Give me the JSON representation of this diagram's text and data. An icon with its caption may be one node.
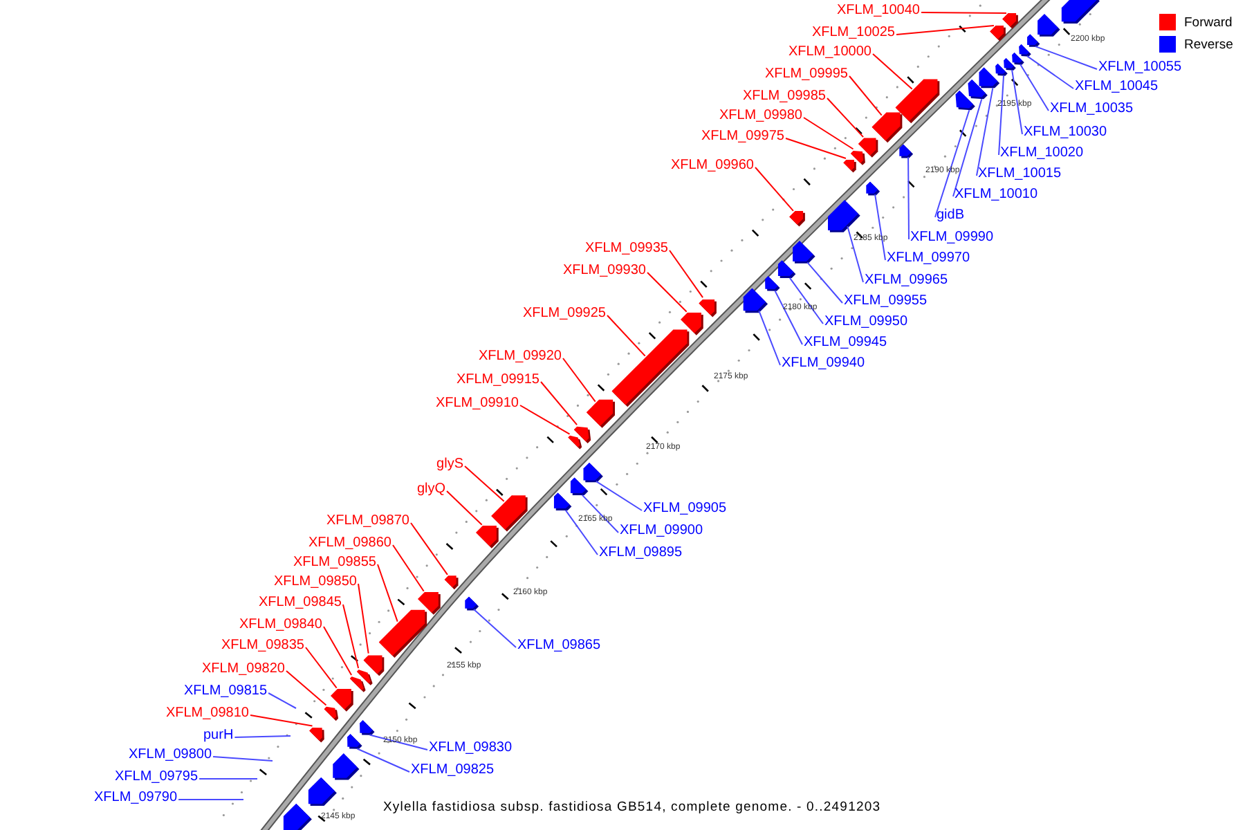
{
  "diagram": {
    "caption": "Xylella fastidiosa subsp. fastidiosa GB514, complete genome. - 0..2491203",
    "nodes": [
      {
        "text": [
          "XFLM_10040"
        ]
      },
      {
        "text": [
          "XFLM_10025"
        ]
      },
      {
        "text": [
          "XFLM_10000"
        ]
      },
      {
        "text": [
          "XFLM_09995"
        ]
      },
      {
        "text": [
          "XFLM_09985"
        ]
      },
      {
        "text": [
          "XFLM_09980"
        ]
      },
      {
        "text": [
          "XFLM_09975"
        ]
      },
      {
        "text": [
          "XFLM_09960"
        ]
      },
      {
        "text": [
          "XFLM_10055"
        ]
      },
      {
        "text": [
          "XFLM_10045"
        ]
      },
      {
        "text": [
          "XFLM_10035"
        ]
      },
      {
        "text": [
          "XFLM_10030"
        ]
      },
      {
        "text": [
          "XFLM_10020"
        ]
      },
      {
        "text": [
          "XFLM_10015"
        ]
      },
      {
        "text": [
          "XFLM_10010"
        ]
      },
      {
        "text": [
          "gidB"
        ]
      },
      {
        "text": [
          "XFLM_09990"
        ]
      },
      {
        "text": [
          "XFLM_09970"
        ]
      },
      {
        "text": [
          "XFLM_09935"
        ]
      },
      {
        "text": [
          "XFLM_09930"
        ]
      },
      {
        "text": [
          "XFLM_09965"
        ]
      },
      {
        "text": [
          "XFLM_09955"
        ]
      },
      {
        "text": [
          "XFLM_09925"
        ]
      },
      {
        "text": [
          "XFLM_09950"
        ]
      },
      {
        "text": [
          "XFLM_09945"
        ]
      },
      {
        "text": [
          "XFLM_09940"
        ]
      },
      {
        "text": [
          "XFLM_09920"
        ]
      },
      {
        "text": [
          "XFLM_09915"
        ]
      },
      {
        "text": [
          "XFLM_09910"
        ]
      },
      {
        "text": [
          "glyS"
        ]
      },
      {
        "text": [
          "glyQ"
        ]
      },
      {
        "text": [
          "XFLM_09905"
        ]
      },
      {
        "text": [
          "XFLM_09870"
        ]
      },
      {
        "text": [
          "XFLM_09900"
        ]
      },
      {
        "text": [
          "XFLM_09860"
        ]
      },
      {
        "text": [
          "XFLM_09895"
        ]
      },
      {
        "text": [
          "XFLM_09855"
        ]
      },
      {
        "text": [
          "XFLM_09850"
        ]
      },
      {
        "text": [
          "XFLM_09845"
        ]
      },
      {
        "text": [
          "XFLM_09840"
        ]
      },
      {
        "text": [
          "XFLM_09865"
        ]
      },
      {
        "text": [
          "XFLM_09835"
        ]
      },
      {
        "text": [
          "XFLM_09820"
        ]
      },
      {
        "text": [
          "XFLM_09815"
        ]
      },
      {
        "text": [
          "XFLM_09810"
        ]
      },
      {
        "text": [
          "purH"
        ]
      },
      {
        "text": [
          "XFLM_09830"
        ]
      },
      {
        "text": [
          "XFLM_09800"
        ]
      },
      {
        "text": [
          "XFLM_09825"
        ]
      },
      {
        "text": [
          "XFLM_09795"
        ]
      },
      {
        "text": [
          "XFLM_09790"
        ]
      },
      {
        "text": [],
        "shape": "block"
      },
      {
        "text": [],
        "shape": "block"
      },
      {
        "text": [],
        "shape": "block"
      },
      {
        "text": [],
        "shape": "block"
      },
      {
        "text": [],
        "shape": "block"
      },
      {
        "text": [],
        "shape": "block"
      },
      {
        "text": [],
        "shape": "block"
      },
      {
        "text": [],
        "shape": "block"
      },
      {
        "text": [],
        "shape": "block"
      },
      {
        "text": [],
        "shape": "block"
      },
      {
        "text": [],
        "shape": "block"
      },
      {
        "text": [],
        "shape": "block"
      },
      {
        "text": [],
        "shape": "block"
      },
      {
        "text": [],
        "shape": "block"
      },
      {
        "text": [],
        "shape": "block"
      },
      {
        "text": [],
        "shape": "block"
      },
      {
        "text": [],
        "shape": "block"
      },
      {
        "text": [],
        "shape": "block"
      },
      {
        "text": [],
        "shape": "block"
      },
      {
        "text": [],
        "shape": "block"
      },
      {
        "text": [],
        "shape": "block"
      },
      {
        "text": [],
        "shape": "block"
      },
      {
        "text": [],
        "shape": "block"
      },
      {
        "text": [],
        "shape": "block"
      },
      {
        "text": [],
        "shape": "block"
      },
      {
        "text": [],
        "shape": "block"
      },
      {
        "text": [],
        "shape": "block"
      },
      {
        "text": [],
        "shape": "block"
      },
      {
        "text": [],
        "shape": "block"
      },
      {
        "text": [],
        "shape": "block"
      },
      {
        "text": [],
        "shape": "block"
      },
      {
        "text": [],
        "shape": "block"
      },
      {
        "text": [],
        "shape": "block"
      },
      {
        "text": [],
        "shape": "block"
      },
      {
        "text": [],
        "shape": "block"
      },
      {
        "text": [],
        "shape": "block"
      },
      {
        "text": [],
        "shape": "block"
      },
      {
        "text": [],
        "shape": "block"
      },
      {
        "text": [],
        "shape": "block"
      },
      {
        "text": [],
        "shape": "block"
      },
      {
        "text": [],
        "shape": "block"
      },
      {
        "text": [],
        "shape": "block"
      },
      {
        "text": [],
        "shape": "block"
      },
      {
        "text": [],
        "shape": "block"
      },
      {
        "text": [],
        "shape": "block"
      },
      {
        "text": [],
        "shape": "block"
      },
      {
        "text": [],
        "shape": "block"
      },
      {
        "text": [],
        "shape": "block"
      },
      {
        "text": [],
        "shape": "block"
      },
      {
        "text": [],
        "shape": "block"
      },
      {
        "text": [],
        "shape": "block"
      }
    ],
    "edges": [
      {
        "from": 0,
        "to": 51,
        "arrow": "none",
        "color": "#ff0000"
      },
      {
        "from": 1,
        "to": 52,
        "arrow": "none",
        "color": "#ff0000"
      },
      {
        "from": 2,
        "to": 53,
        "arrow": "none",
        "color": "#ff0000"
      },
      {
        "from": 3,
        "to": 54,
        "arrow": "none",
        "color": "#ff0000"
      },
      {
        "from": 4,
        "to": 55,
        "arrow": "none",
        "color": "#ff0000"
      },
      {
        "from": 5,
        "to": 56,
        "arrow": "none",
        "color": "#ff0000"
      },
      {
        "from": 6,
        "to": 57,
        "arrow": "none",
        "color": "#ff0000"
      },
      {
        "from": 7,
        "to": 58,
        "arrow": "none",
        "color": "#ff0000"
      },
      {
        "from": 8,
        "to": 59,
        "arrow": "none"
      },
      {
        "from": 9,
        "to": 60,
        "arrow": "none"
      },
      {
        "from": 10,
        "to": 61,
        "arrow": "none"
      },
      {
        "from": 11,
        "to": 62,
        "arrow": "none"
      },
      {
        "from": 12,
        "to": 63,
        "arrow": "none"
      },
      {
        "from": 13,
        "to": 64,
        "arrow": "none"
      },
      {
        "from": 14,
        "to": 65,
        "arrow": "none"
      },
      {
        "from": 15,
        "to": 66,
        "arrow": "none"
      },
      {
        "from": 16,
        "to": 67,
        "arrow": "none"
      },
      {
        "from": 17,
        "to": 68,
        "arrow": "none"
      },
      {
        "from": 18,
        "to": 69,
        "arrow": "none",
        "color": "#ff0000"
      },
      {
        "from": 19,
        "to": 70,
        "arrow": "none",
        "color": "#ff0000"
      },
      {
        "from": 20,
        "to": 71,
        "arrow": "none"
      },
      {
        "from": 21,
        "to": 72,
        "arrow": "none"
      },
      {
        "from": 22,
        "to": 73,
        "arrow": "none",
        "color": "#ff0000"
      },
      {
        "from": 23,
        "to": 74,
        "arrow": "none"
      },
      {
        "from": 24,
        "to": 75,
        "arrow": "none"
      },
      {
        "from": 25,
        "to": 76,
        "arrow": "none"
      },
      {
        "from": 26,
        "to": 77,
        "arrow": "none",
        "color": "#ff0000"
      },
      {
        "from": 27,
        "to": 78,
        "arrow": "none",
        "color": "#ff0000"
      },
      {
        "from": 28,
        "to": 79,
        "arrow": "none",
        "color": "#ff0000"
      },
      {
        "from": 29,
        "to": 80,
        "arrow": "none",
        "color": "#ff0000"
      },
      {
        "from": 30,
        "to": 81,
        "arrow": "none",
        "color": "#ff0000"
      },
      {
        "from": 31,
        "to": 82,
        "arrow": "none"
      },
      {
        "from": 32,
        "to": 83,
        "arrow": "none",
        "color": "#ff0000"
      },
      {
        "from": 33,
        "to": 84,
        "arrow": "none"
      },
      {
        "from": 34,
        "to": 85,
        "arrow": "none",
        "color": "#ff0000"
      },
      {
        "from": 35,
        "to": 86,
        "arrow": "none"
      },
      {
        "from": 36,
        "to": 87,
        "arrow": "none",
        "color": "#ff0000"
      },
      {
        "from": 37,
        "to": 88,
        "arrow": "none",
        "color": "#ff0000"
      },
      {
        "from": 38,
        "to": 89,
        "arrow": "none",
        "color": "#ff0000"
      },
      {
        "from": 39,
        "to": 90,
        "arrow": "none",
        "color": "#ff0000"
      },
      {
        "from": 40,
        "to": 91,
        "arrow": "none"
      },
      {
        "from": 41,
        "to": 92,
        "arrow": "none",
        "color": "#ff0000"
      },
      {
        "from": 42,
        "to": 93,
        "arrow": "none",
        "color": "#ff0000"
      },
      {
        "from": 43,
        "to": null,
        "arrow": "none"
      },
      {
        "from": 44,
        "to": 94,
        "arrow": "none",
        "color": "#ff0000"
      },
      {
        "from": 45,
        "to": null,
        "arrow": "none"
      },
      {
        "from": 46,
        "to": 95,
        "arrow": "none"
      },
      {
        "from": 47,
        "to": null,
        "arrow": "none"
      },
      {
        "from": 48,
        "to": 96,
        "arrow": "none"
      },
      {
        "from": 49,
        "to": null,
        "arrow": "none"
      },
      {
        "from": 50,
        "to": null,
        "arrow": "none"
      }
    ],
    "labels": [
      "2200 kbp",
      "2195 kbp",
      "2190 kbp",
      "2185 kbp",
      "2180 kbp",
      "2175 kbp",
      "2170 kbp",
      "2165 kbp",
      "2160 kbp",
      "2155 kbp",
      "2150 kbp",
      "2145 kbp"
    ],
    "legend": [
      {
        "text": "Forward",
        "color": "#ff0000"
      },
      {
        "text": "Reverse",
        "color": "#0000ff"
      }
    ]
  }
}
